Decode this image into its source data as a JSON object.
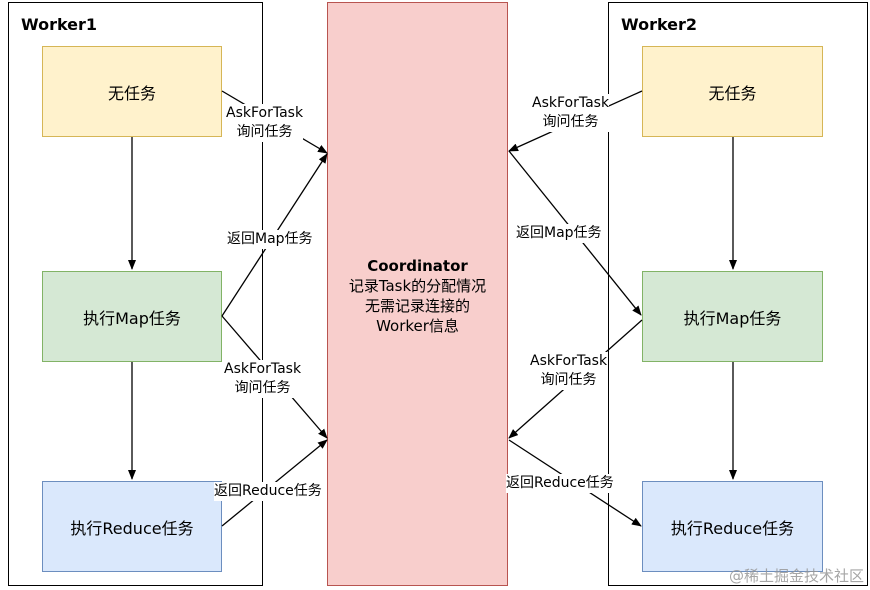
{
  "workers": [
    {
      "title": "Worker1",
      "boxes": [
        "无任务",
        "执行Map任务",
        "执行Reduce任务"
      ]
    },
    {
      "title": "Worker2",
      "boxes": [
        "无任务",
        "执行Map任务",
        "执行Reduce任务"
      ]
    }
  ],
  "coordinator": {
    "title": "Coordinator",
    "lines": [
      "记录Task的分配情况",
      "无需记录连接的",
      "Worker信息"
    ]
  },
  "labels": {
    "ask_line1": "AskForTask",
    "ask_line2": "询问任务",
    "return_map": "返回Map任务",
    "return_reduce": "返回Reduce任务"
  },
  "colors": {
    "idle_fill": "#fff2cc",
    "map_fill": "#d5e8d4",
    "reduce_fill": "#dae8fc",
    "coordinator_fill": "#f8cecc"
  },
  "watermark": "@稀土掘金技术社区"
}
